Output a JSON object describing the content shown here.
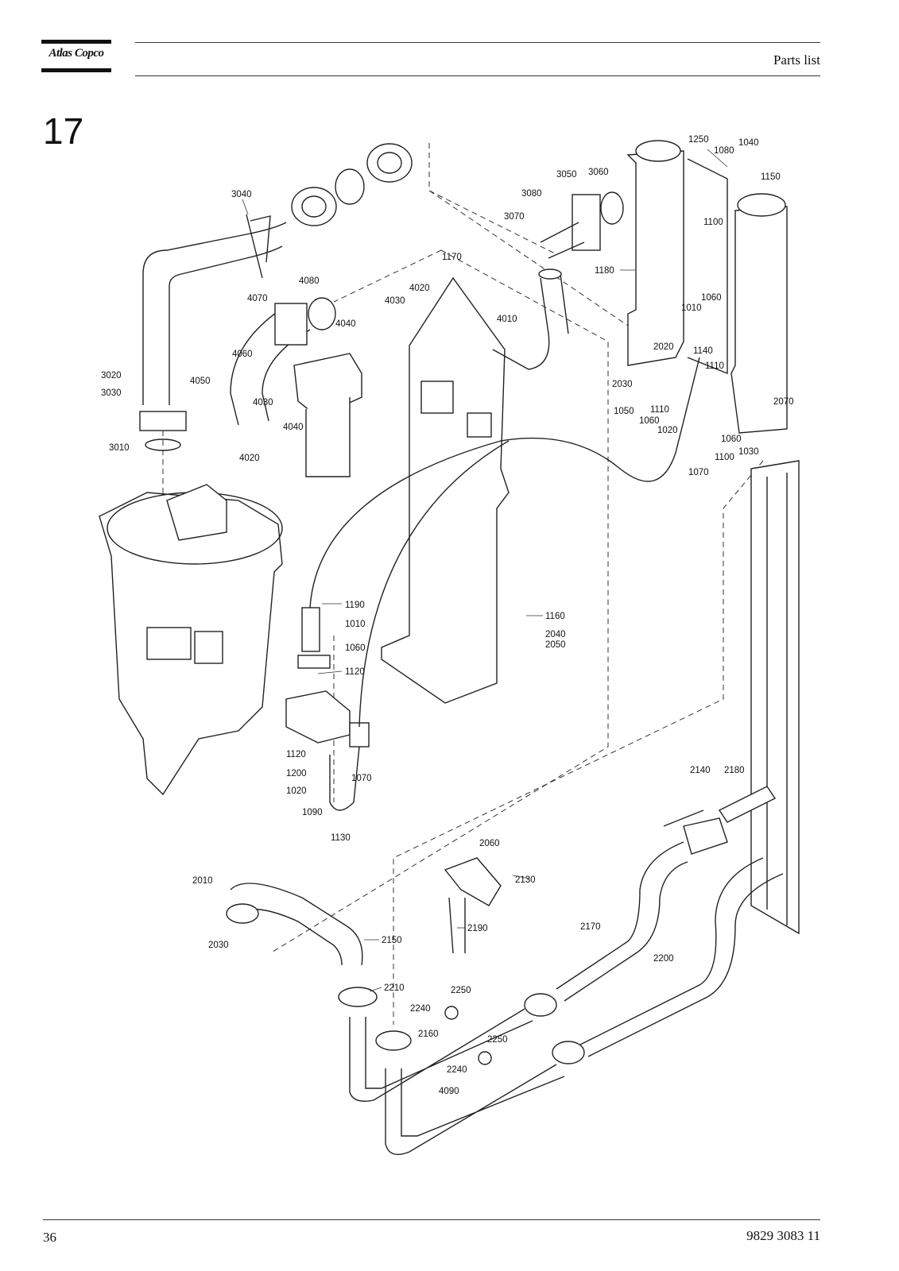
{
  "header": {
    "brand": "Atlas Copco",
    "title": "Parts list"
  },
  "section": {
    "number": "17"
  },
  "callouts": [
    "3040",
    "4080",
    "4070",
    "4040",
    "4060",
    "4050",
    "4030",
    "4040",
    "4020",
    "3020",
    "3030",
    "3010",
    "1170",
    "4020",
    "4030",
    "4010",
    "3050",
    "3060",
    "3080",
    "3070",
    "1250",
    "1080",
    "1040",
    "1150",
    "1100",
    "1180",
    "1010",
    "1060",
    "2020",
    "1140",
    "1110",
    "2030",
    "1050",
    "1110",
    "1060",
    "2070",
    "1020",
    "1060",
    "1100",
    "1030",
    "1070",
    "1190",
    "1010",
    "1060",
    "1120",
    "1160",
    "2040",
    "2050",
    "1120",
    "1200",
    "1070",
    "1020",
    "1090",
    "1130",
    "2140",
    "2180",
    "2060",
    "2130",
    "2190",
    "2010",
    "2030",
    "2150",
    "2170",
    "2200",
    "2210",
    "2250",
    "2240",
    "2160",
    "2250",
    "2240",
    "4090"
  ],
  "footer": {
    "page_number": "36",
    "document_number": "9829 3083 11"
  }
}
